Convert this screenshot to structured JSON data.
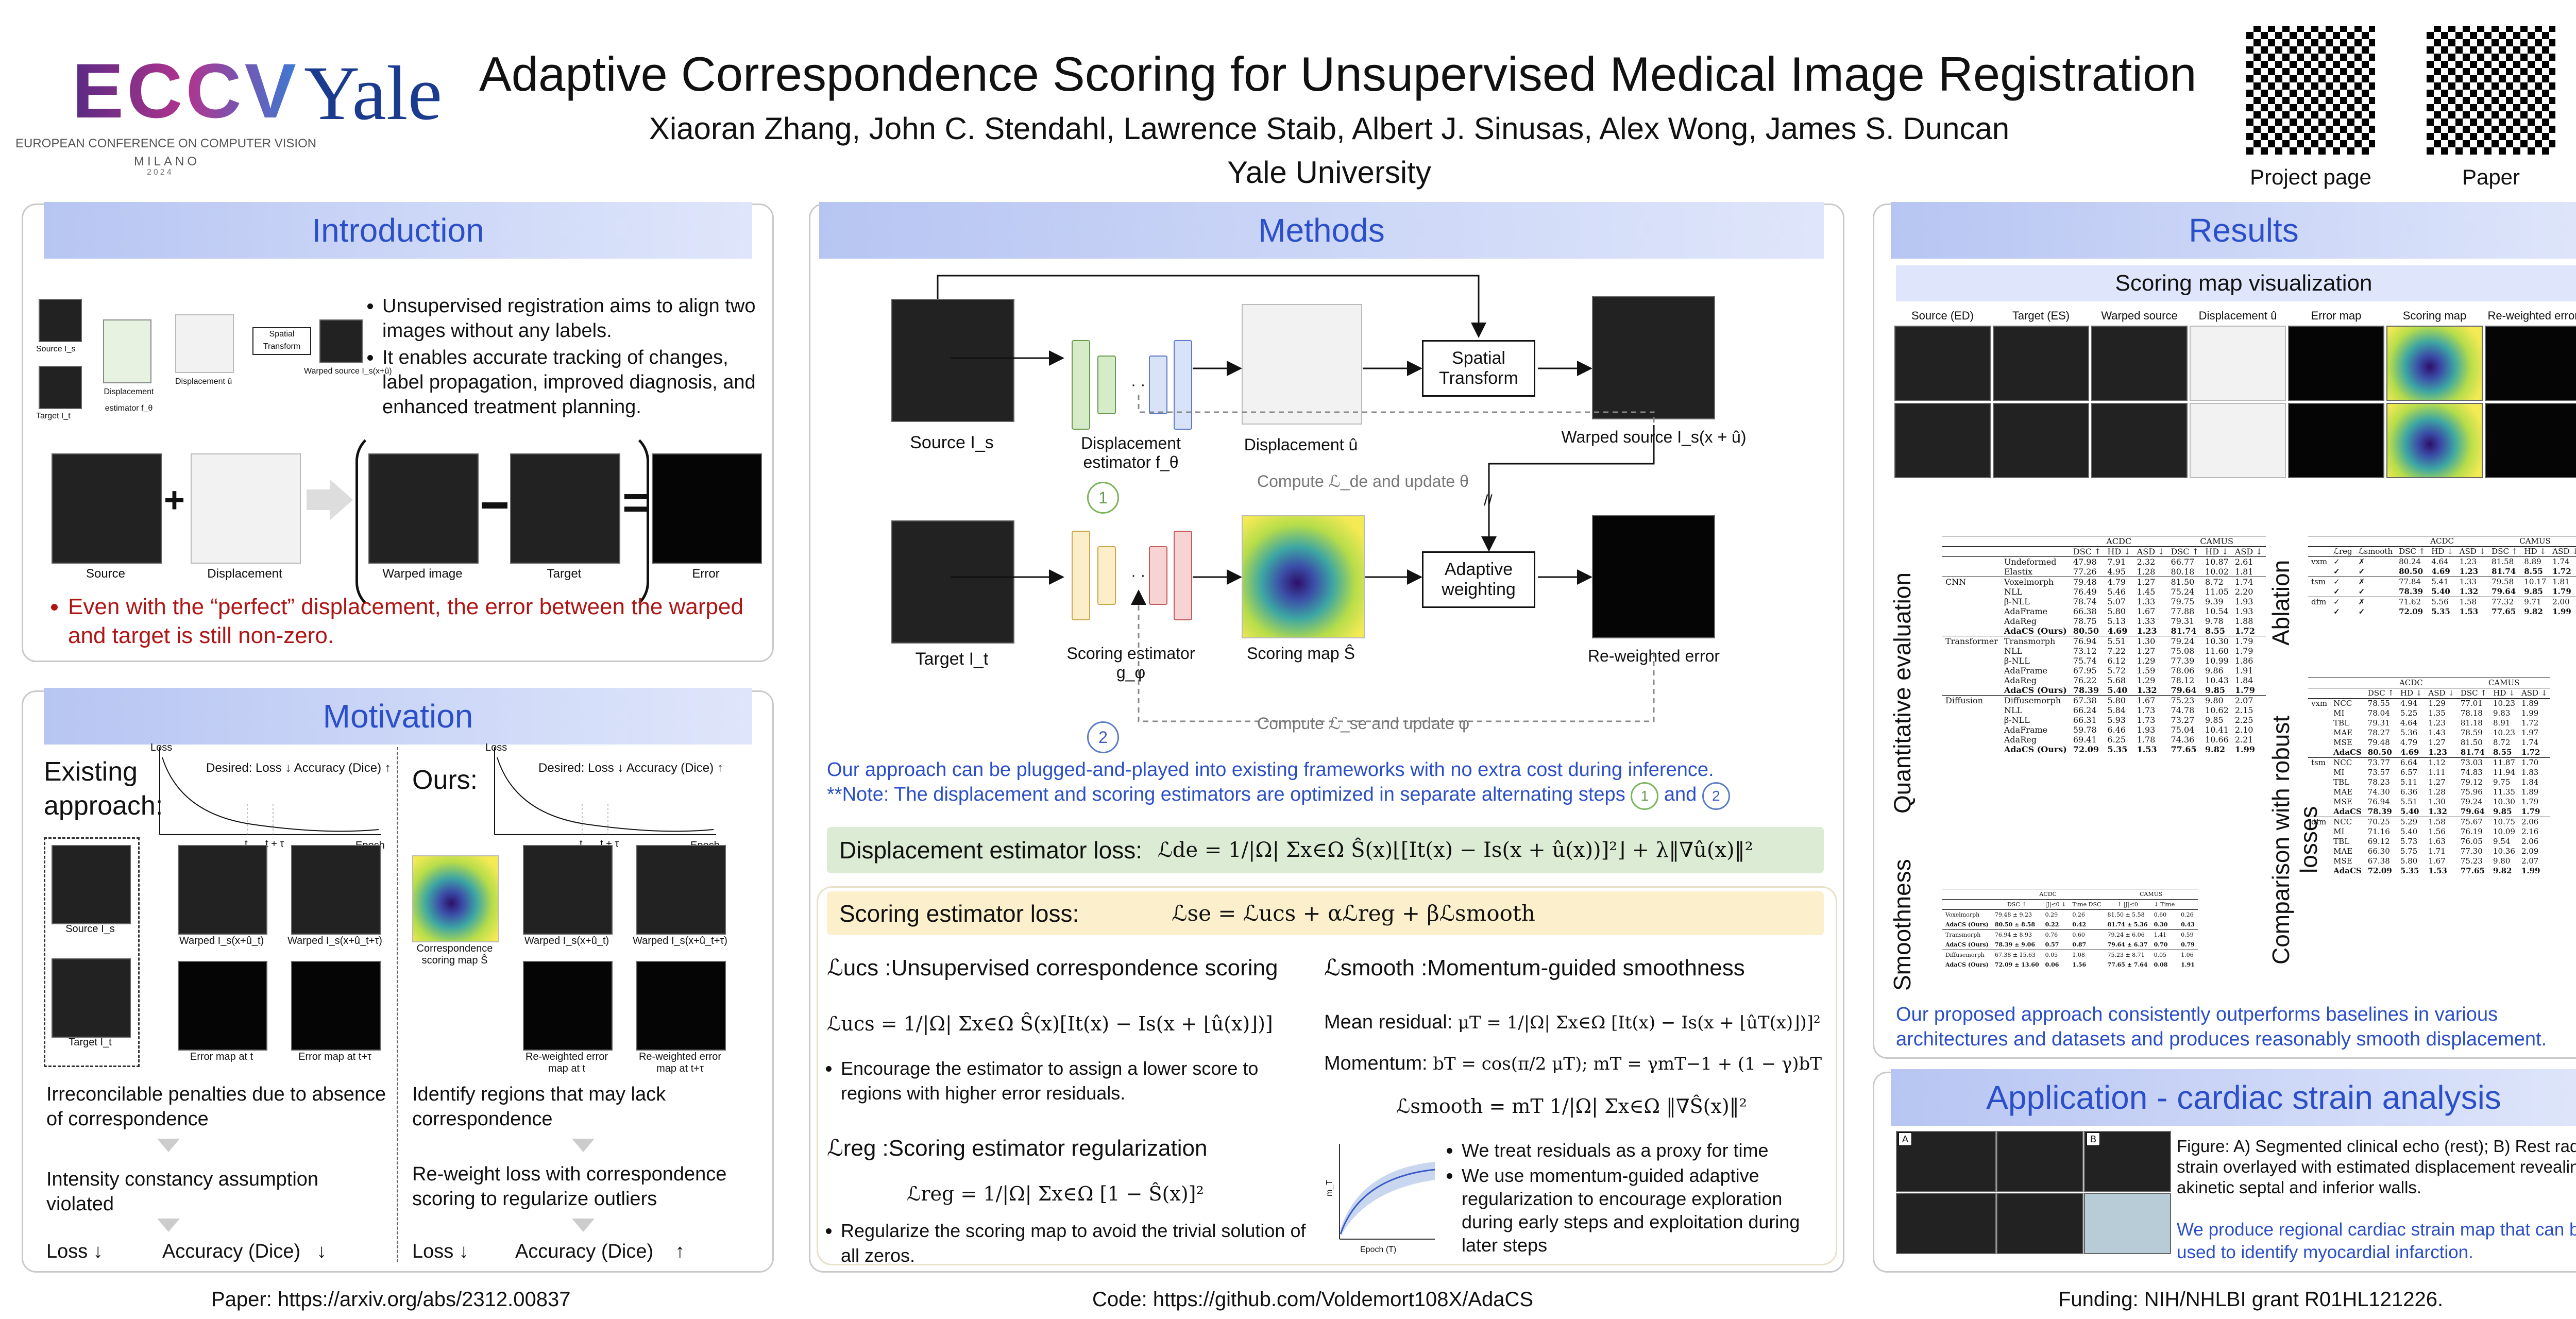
{
  "header": {
    "logo_eccv": "ECCV",
    "logo_eccv_sub": "EUROPEAN CONFERENCE ON COMPUTER VISION",
    "logo_eccv_city": "MILANO",
    "logo_eccv_year": "2024",
    "logo_yale": "Yale",
    "title": "Adaptive Correspondence Scoring for Unsupervised Medical Image Registration",
    "authors": "Xiaoran Zhang, John C. Stendahl, Lawrence Staib, Albert J. Sinusas, Alex Wong, James S. Duncan",
    "affiliation": "Yale University",
    "qr1_label": "Project page",
    "qr2_label": "Paper"
  },
  "intro": {
    "title": "Introduction",
    "bullets": [
      "Unsupervised registration aims to align two images without any labels.",
      "It enables accurate tracking of changes, label propagation, improved diagnosis, and enhanced treatment planning."
    ],
    "fig_labels": {
      "source": "Source",
      "displacement": "Displacement",
      "warped": "Warped image",
      "target": "Target",
      "error": "Error"
    },
    "mini_labels": {
      "src": "Source I_s",
      "tgt": "Target I_t",
      "disp_est": "Displacement estimator f_θ",
      "disp": "Displacement û",
      "st": "Spatial Transform",
      "warped": "Warped source I_s(x+û)"
    },
    "note": "Even with the “perfect” displacement, the error between the warped and target is still non-zero."
  },
  "motivation": {
    "title": "Motivation",
    "left_heading": "Existing approach:",
    "right_heading": "Ours:",
    "desired": "Desired: Loss ↓ Accuracy (Dice) ↑",
    "loss_axis": "Loss",
    "epoch_axis": "Epoch",
    "t_label": "t",
    "t_tau_label": "t + τ",
    "left_caps": [
      "Source I_s",
      "Warped I_s(x+û_t)",
      "Warped I_s(x+û_t+τ)",
      "Target I_t",
      "Error map at t",
      "Error map at t+τ"
    ],
    "right_caps": [
      "Correspondence scoring map Ŝ",
      "Warped I_s(x+û_t)",
      "Warped I_s(x+û_t+τ)",
      "Re-weighted error map at t",
      "Re-weighted error map at t+τ"
    ],
    "left_points": [
      "Irreconcilable penalties due to absence of correspondence",
      "Intensity constancy assumption violated"
    ],
    "right_points": [
      "Identify regions that may lack correspondence",
      "Re-weight loss with correspondence scoring to regularize outliers"
    ],
    "loss_label": "Loss",
    "acc_label": "Accuracy (Dice)",
    "left_loss_arrow": "↓",
    "left_acc_arrow": "↓",
    "right_loss_arrow": "↓",
    "right_acc_arrow": "↑"
  },
  "methods": {
    "title": "Methods",
    "diagram": {
      "source": "Source I_s",
      "target": "Target I_t",
      "disp_est": "Displacement estimator f_θ",
      "disp": "Displacement û",
      "spatial": "Spatial Transform",
      "warped": "Warped source I_s(x + û)",
      "score_est": "Scoring estimator g_φ",
      "score_map": "Scoring map Ŝ",
      "adaptive": "Adaptive weighting",
      "reweighted": "Re-weighted error",
      "compute_de": "Compute ℒ_de and update θ",
      "compute_se": "Compute ℒ_se and update φ",
      "step1": "1",
      "step2": "2",
      "stop": "//"
    },
    "note1": "Our approach can be plugged-and-played into existing frameworks with no extra cost during inference.",
    "note2": "**Note: The displacement and scoring estimators are optimized in separate alternating steps",
    "note2_and": "and",
    "de_loss_label": "Displacement estimator loss:",
    "de_loss_eq": "ℒde = 1/|Ω| Σx∈Ω Ŝ(x)⌊[It(x) − Is(x + û(x))]²⌋ + λ‖∇û(x)‖²",
    "se_loss_label": "Scoring estimator loss:",
    "se_loss_eq": "ℒse = ℒucs + αℒreg + βℒsmooth",
    "ucs_title": "ℒucs :Unsupervised correspondence scoring",
    "ucs_eq": "ℒucs = 1/|Ω| Σx∈Ω Ŝ(x)[It(x) − Is(x + ⌊û(x)⌋)]",
    "ucs_bullet": "Encourage the estimator to assign a lower score to regions with higher error residuals.",
    "reg_title": "ℒreg :Scoring estimator regularization",
    "reg_eq": "ℒreg = 1/|Ω| Σx∈Ω [1 − Ŝ(x)]²",
    "reg_bullet": "Regularize the scoring map to avoid the trivial solution of all zeros.",
    "smooth_title": "ℒsmooth :Momentum-guided smoothness",
    "mean_res_label": "Mean residual:",
    "mean_res_eq": "μT = 1/|Ω| Σx∈Ω [It(x) − Is(x + ⌊ûT(x)⌋)]²",
    "momentum_label": "Momentum:",
    "momentum_eq": "bT = cos(π/2 μT); mT = γmT−1 + (1 − γ)bT",
    "smooth_eq": "ℒsmooth = mT 1/|Ω| Σx∈Ω ‖∇Ŝ(x)‖²",
    "smooth_bullets": [
      "We treat residuals as a proxy for time",
      "We use momentum-guided adaptive regularization to encourage exploration during early steps and exploitation during later steps"
    ],
    "plot_y": "m_T",
    "plot_x": "Epoch (T)"
  },
  "results": {
    "title": "Results",
    "scoring_vis": "Scoring map visualization",
    "vis_cols": [
      "Source (ED)",
      "Target (ES)",
      "Warped source",
      "Displacement û",
      "Error map",
      "Scoring map",
      "Re-weighted error"
    ],
    "quant_label": "Quantitative evaluation",
    "smooth_label": "Smoothness",
    "ablation_label": "Ablation",
    "robust_label": "Comparison with robust losses",
    "acdc": "ACDC",
    "camus": "CAMUS",
    "metric_head": "DSC ↑ HD ↓ ASD ↓ DSC ↑ HD ↓ ASD ↓",
    "quant_groups": [
      {
        "group": "",
        "rows": [
          [
            "Undeformed",
            "47.98",
            "7.91",
            "2.32",
            "66.77",
            "10.87",
            "2.61"
          ],
          [
            "Elastix",
            "77.26",
            "4.95",
            "1.28",
            "80.18",
            "10.02",
            "1.81"
          ]
        ]
      },
      {
        "group": "CNN",
        "rows": [
          [
            "Voxelmorph",
            "79.48",
            "4.79",
            "1.27",
            "81.50",
            "8.72",
            "1.74"
          ],
          [
            "NLL",
            "76.49",
            "5.46",
            "1.45",
            "75.24",
            "11.05",
            "2.20"
          ],
          [
            "β-NLL",
            "78.74",
            "5.07",
            "1.33",
            "79.75",
            "9.39",
            "1.93"
          ],
          [
            "AdaFrame",
            "66.38",
            "5.80",
            "1.67",
            "77.88",
            "10.54",
            "1.93"
          ],
          [
            "AdaReg",
            "78.75",
            "5.13",
            "1.33",
            "79.31",
            "9.78",
            "1.88"
          ],
          [
            "AdaCS (Ours)",
            "80.50",
            "4.69",
            "1.23",
            "81.74",
            "8.55",
            "1.72"
          ]
        ]
      },
      {
        "group": "Transformer",
        "rows": [
          [
            "Transmorph",
            "76.94",
            "5.51",
            "1.30",
            "79.24",
            "10.30",
            "1.79"
          ],
          [
            "NLL",
            "73.12",
            "7.22",
            "1.27",
            "75.08",
            "11.60",
            "1.79"
          ],
          [
            "β-NLL",
            "75.74",
            "6.12",
            "1.29",
            "77.39",
            "10.99",
            "1.86"
          ],
          [
            "AdaFrame",
            "67.95",
            "5.72",
            "1.59",
            "78.06",
            "9.86",
            "1.91"
          ],
          [
            "AdaReg",
            "76.22",
            "5.68",
            "1.29",
            "78.12",
            "10.43",
            "1.84"
          ],
          [
            "AdaCS (Ours)",
            "78.39",
            "5.40",
            "1.32",
            "79.64",
            "9.85",
            "1.79"
          ]
        ]
      },
      {
        "group": "Diffusion",
        "rows": [
          [
            "Diffusemorph",
            "67.38",
            "5.80",
            "1.67",
            "75.23",
            "9.80",
            "2.07"
          ],
          [
            "NLL",
            "66.24",
            "5.84",
            "1.73",
            "74.78",
            "10.62",
            "2.15"
          ],
          [
            "β-NLL",
            "66.31",
            "5.93",
            "1.73",
            "73.27",
            "9.85",
            "2.25"
          ],
          [
            "AdaFrame",
            "59.78",
            "6.46",
            "1.93",
            "75.04",
            "10.41",
            "2.10"
          ],
          [
            "AdaReg",
            "69.41",
            "6.25",
            "1.78",
            "74.36",
            "10.66",
            "2.21"
          ],
          [
            "AdaCS (Ours)",
            "72.09",
            "5.35",
            "1.53",
            "77.65",
            "9.82",
            "1.99"
          ]
        ]
      }
    ],
    "smooth_head": "DSC ↑ |J|≤0 ↓ Time DSC ↑ |J|≤0 ↓ Time",
    "smooth_rows": [
      [
        "Voxelmorph",
        "79.48 ± 9.23",
        "0.29",
        "0.26",
        "81.50 ± 5.58",
        "0.60",
        "0.26"
      ],
      [
        "AdaCS (Ours)",
        "80.50 ± 8.58",
        "0.22",
        "0.42",
        "81.74 ± 5.36",
        "0.30",
        "0.43"
      ],
      [
        "Transmorph",
        "76.94 ± 8.93",
        "0.76",
        "0.60",
        "79.24 ± 6.06",
        "1.41",
        "0.59"
      ],
      [
        "AdaCS (Ours)",
        "78.39 ± 9.06",
        "0.57",
        "0.87",
        "79.64 ± 6.37",
        "0.70",
        "0.79"
      ],
      [
        "Diffusemorph",
        "67.38 ± 15.63",
        "0.05",
        "1.08",
        "75.23 ± 8.71",
        "0.05",
        "1.06"
      ],
      [
        "AdaCS (Ours)",
        "72.09 ± 13.60",
        "0.06",
        "1.56",
        "77.65 ± 7.64",
        "0.08",
        "1.91"
      ]
    ],
    "abl_head": "ℒreg ℒsmooth DSC ↑ HD ↓ ASD ↓ DSC ↑ HD ↓ ASD ↓",
    "abl_rows": [
      [
        "vxm",
        "✓",
        "✗",
        "80.24",
        "4.64",
        "1.23",
        "81.58",
        "8.89",
        "1.74"
      ],
      [
        "",
        "✓",
        "✓",
        "80.50",
        "4.69",
        "1.23",
        "81.74",
        "8.55",
        "1.72"
      ],
      [
        "tsm",
        "✓",
        "✗",
        "77.84",
        "5.41",
        "1.33",
        "79.58",
        "10.17",
        "1.81"
      ],
      [
        "",
        "✓",
        "✓",
        "78.39",
        "5.40",
        "1.32",
        "79.64",
        "9.85",
        "1.79"
      ],
      [
        "dfm",
        "✓",
        "✗",
        "71.62",
        "5.56",
        "1.58",
        "77.32",
        "9.71",
        "2.00"
      ],
      [
        "",
        "✓",
        "✓",
        "72.09",
        "5.35",
        "1.53",
        "77.65",
        "9.82",
        "1.99"
      ]
    ],
    "robust_groups": [
      {
        "group": "vxm",
        "rows": [
          [
            "NCC",
            "78.55",
            "4.94",
            "1.29",
            "77.01",
            "10.23",
            "1.89"
          ],
          [
            "MI",
            "78.04",
            "5.25",
            "1.35",
            "78.18",
            "9.83",
            "1.99"
          ],
          [
            "TBL",
            "79.31",
            "4.64",
            "1.23",
            "81.18",
            "8.91",
            "1.72"
          ],
          [
            "MAE",
            "78.27",
            "5.36",
            "1.43",
            "78.59",
            "10.23",
            "1.97"
          ],
          [
            "MSE",
            "79.48",
            "4.79",
            "1.27",
            "81.50",
            "8.72",
            "1.74"
          ],
          [
            "AdaCS",
            "80.50",
            "4.69",
            "1.23",
            "81.74",
            "8.55",
            "1.72"
          ]
        ]
      },
      {
        "group": "tsm",
        "rows": [
          [
            "NCC",
            "73.77",
            "6.64",
            "1.12",
            "73.03",
            "11.87",
            "1.70"
          ],
          [
            "MI",
            "73.57",
            "6.57",
            "1.11",
            "74.83",
            "11.94",
            "1.83"
          ],
          [
            "TBL",
            "78.23",
            "5.11",
            "1.27",
            "79.12",
            "9.75",
            "1.84"
          ],
          [
            "MAE",
            "74.30",
            "6.36",
            "1.28",
            "75.96",
            "11.35",
            "1.89"
          ],
          [
            "MSE",
            "76.94",
            "5.51",
            "1.30",
            "79.24",
            "10.30",
            "1.79"
          ],
          [
            "AdaCS",
            "78.39",
            "5.40",
            "1.32",
            "79.64",
            "9.85",
            "1.79"
          ]
        ]
      },
      {
        "group": "dfm",
        "rows": [
          [
            "NCC",
            "70.25",
            "5.29",
            "1.58",
            "75.67",
            "10.75",
            "2.06"
          ],
          [
            "MI",
            "71.16",
            "5.40",
            "1.56",
            "76.19",
            "10.09",
            "2.16"
          ],
          [
            "TBL",
            "69.12",
            "5.73",
            "1.63",
            "76.05",
            "9.54",
            "2.06"
          ],
          [
            "MAE",
            "66.30",
            "5.75",
            "1.71",
            "77.30",
            "10.36",
            "2.09"
          ],
          [
            "MSE",
            "67.38",
            "5.80",
            "1.67",
            "75.23",
            "9.80",
            "2.07"
          ],
          [
            "AdaCS",
            "72.09",
            "5.35",
            "1.53",
            "77.65",
            "9.82",
            "1.99"
          ]
        ]
      }
    ],
    "summary": "Our proposed approach consistently outperforms baselines in various architectures and datasets and produces reasonably smooth displacement."
  },
  "application": {
    "title": "Application - cardiac strain analysis",
    "panel_a": "A",
    "panel_b": "B",
    "caption": "Figure: A) Segmented clinical echo (rest); B) Rest radial strain overlayed with estimated displacement revealing akinetic septal and inferior walls.",
    "highlight": "We produce regional cardiac strain map that can be used to identify myocardial infarction."
  },
  "footer": {
    "paper": "Paper: https://arxiv.org/abs/2312.00837",
    "code": "Code: https://github.com/Voldemort108X/AdaCS",
    "funding": "Funding: NIH/NHLBI grant R01HL121226."
  },
  "colors": {
    "accent_blue": "#2b4fc9",
    "header_grad": "#b7c5f2",
    "note_red": "#b01515",
    "de_loss_bg": "#dcebd3",
    "se_loss_bg": "#fbefcc"
  }
}
